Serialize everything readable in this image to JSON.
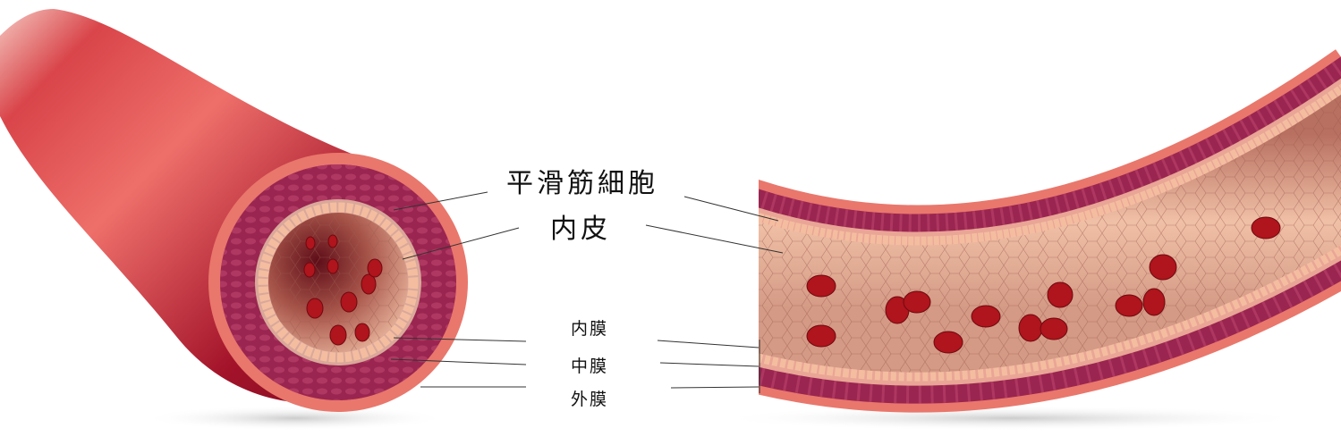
{
  "labels": {
    "smooth_muscle_cell": "平滑筋細胞",
    "endothelium": "内皮",
    "tunica_intima": "内膜",
    "tunica_media": "中膜",
    "tunica_externa": "外膜"
  },
  "colors": {
    "adventitia": "#e9776c",
    "media": "#9a2550",
    "intima": "#d9a89a",
    "endothelium_cells": "#f4bda0",
    "lumen": "#e6b49c",
    "blood_cell": "#b0141c",
    "vessel_outer": "#a8162a"
  }
}
